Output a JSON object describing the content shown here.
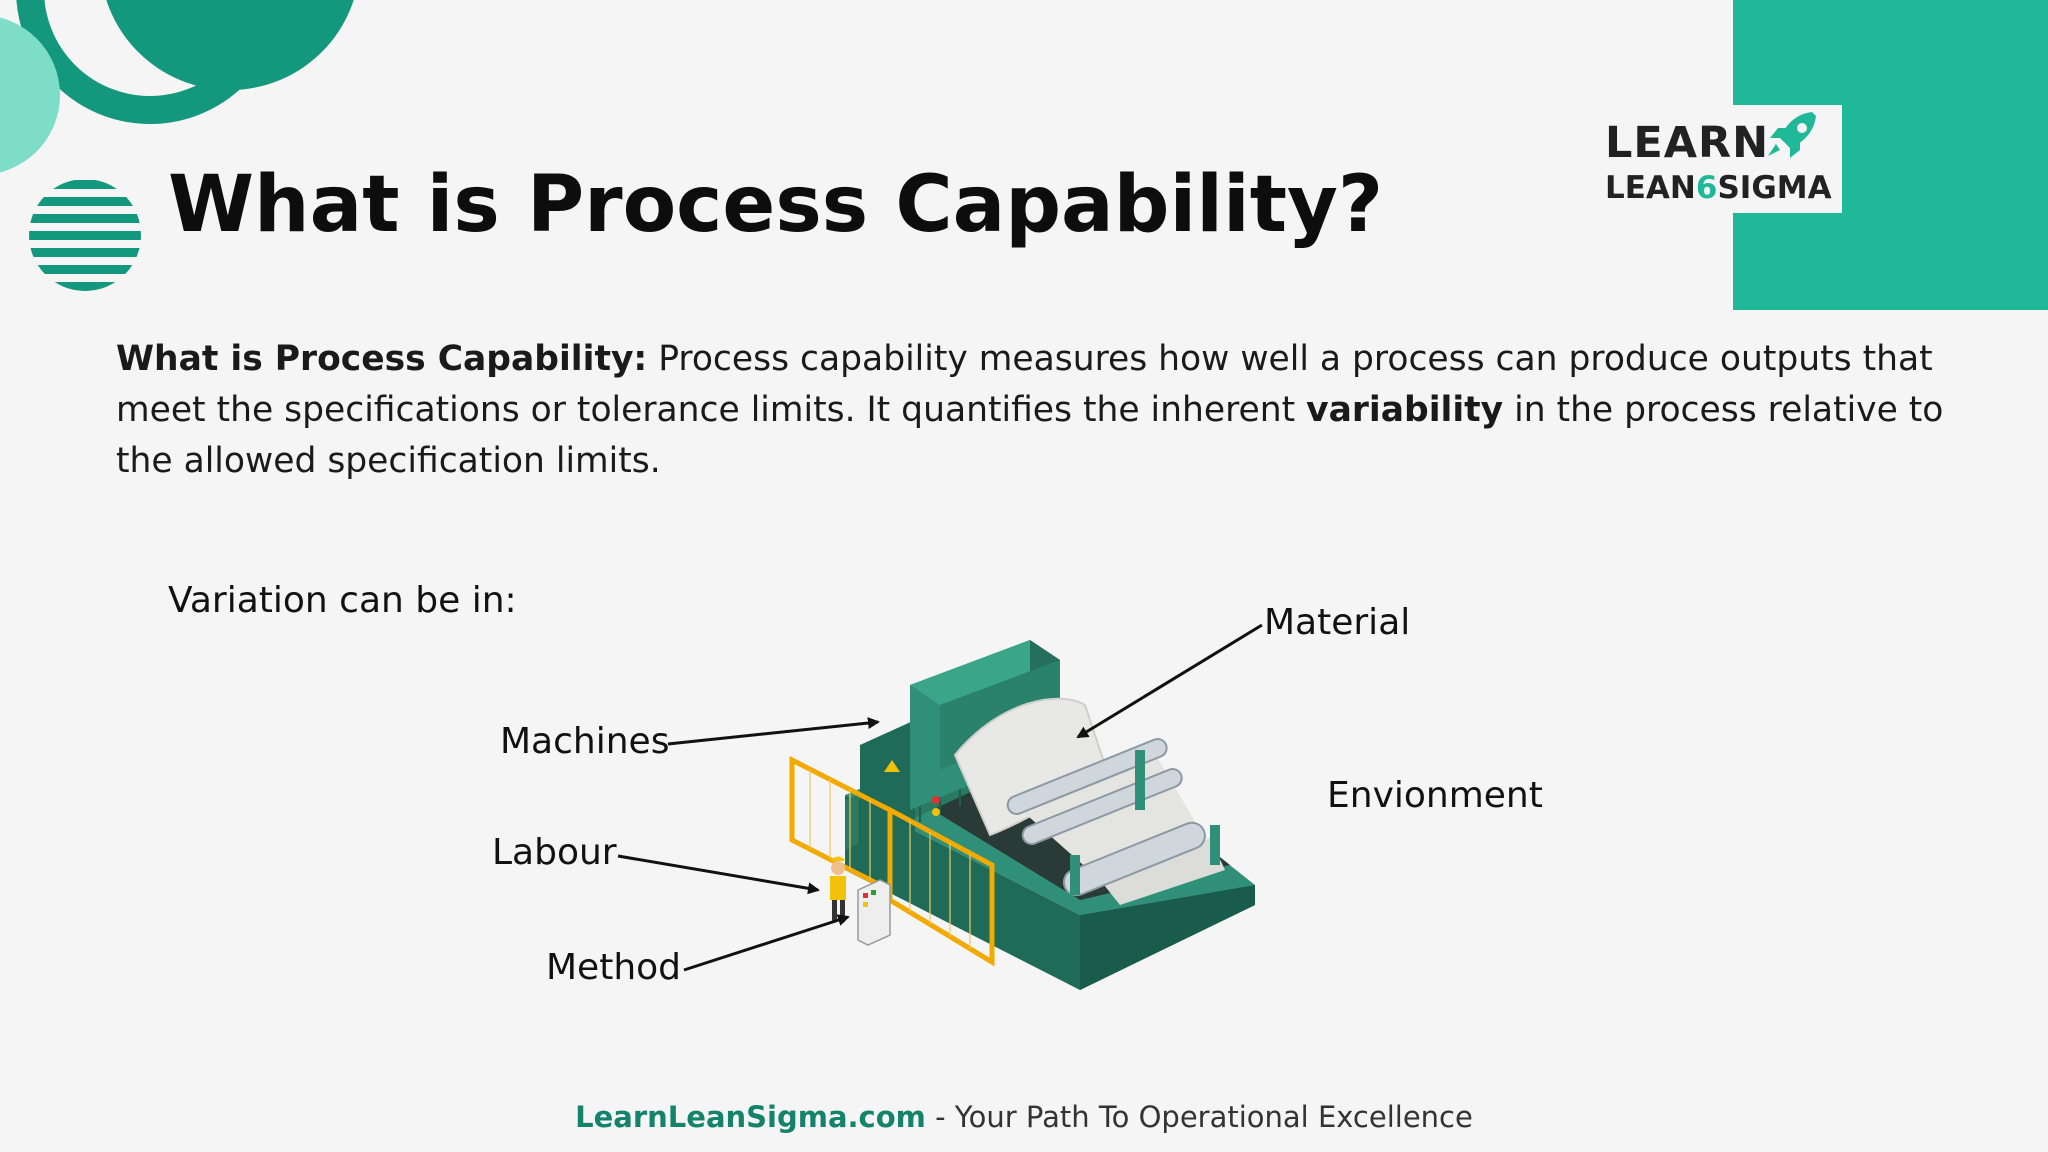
{
  "logo": {
    "learn": "LEARN",
    "lean": "LEAN",
    "six": "6",
    "sigma": "SIGMA"
  },
  "title": "What is Process Capability?",
  "description": {
    "lead": "What is Process Capability:",
    "text1": " Process capability measures how well a process can produce outputs that meet the specifications or tolerance limits. It quantifies the inherent ",
    "emph": "variability",
    "text2": " in the process relative to the allowed specification limits."
  },
  "variation_intro": "Variation can be in:",
  "labels": {
    "machines": "Machines",
    "labour": "Labour",
    "method": "Method",
    "material": "Material",
    "environment": "Envionment"
  },
  "footer": {
    "site": "LearnLeanSigma.com",
    "tagline": " - Your Path To Operational Excellence"
  },
  "colors": {
    "accent": "#1fb99a",
    "dark_green": "#0f6e57",
    "machine": "#2f8f78"
  }
}
